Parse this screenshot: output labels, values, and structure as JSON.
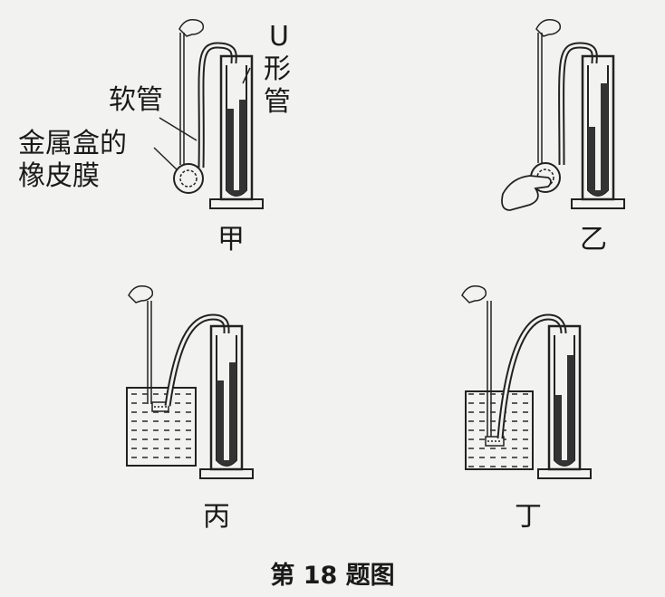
{
  "labels": {
    "soft_tube": "软管",
    "u_tube_line1": "U",
    "u_tube_line2": "形",
    "u_tube_line3": "管",
    "membrane_line1": "金属盒的",
    "membrane_line2": "橡皮膜"
  },
  "panels": {
    "jia": "甲",
    "yi": "乙",
    "bing": "丙",
    "ding": "丁"
  },
  "caption": "第 18 题图"
}
